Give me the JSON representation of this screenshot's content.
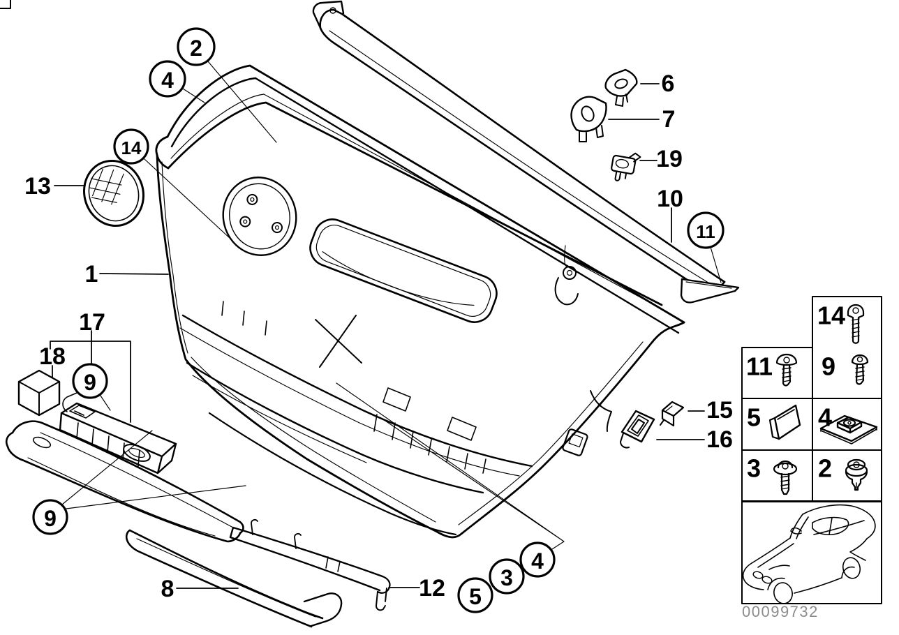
{
  "document": {
    "stamp_number": "00099732"
  },
  "callouts": [
    {
      "label": "2",
      "circled": true
    },
    {
      "label": "4",
      "circled": true
    },
    {
      "label": "14",
      "circled": true
    },
    {
      "label": "13",
      "circled": false
    },
    {
      "label": "1",
      "circled": false
    },
    {
      "label": "17",
      "circled": false
    },
    {
      "label": "18",
      "circled": false
    },
    {
      "label": "9",
      "circled": true
    },
    {
      "label": "9",
      "circled": true
    },
    {
      "label": "8",
      "circled": false
    },
    {
      "label": "12",
      "circled": false
    },
    {
      "label": "5",
      "circled": true
    },
    {
      "label": "3",
      "circled": true
    },
    {
      "label": "4",
      "circled": true
    },
    {
      "label": "6",
      "circled": false
    },
    {
      "label": "7",
      "circled": false
    },
    {
      "label": "19",
      "circled": false
    },
    {
      "label": "10",
      "circled": false
    },
    {
      "label": "11",
      "circled": true
    },
    {
      "label": "15",
      "circled": false
    },
    {
      "label": "16",
      "circled": false
    }
  ],
  "legend": {
    "cells": [
      {
        "label": "14",
        "icon": "long-pan-head-screw-icon"
      },
      {
        "label": "11",
        "icon": "oval-head-screw-icon"
      },
      {
        "label": "9",
        "icon": "pan-head-screw-icon"
      },
      {
        "label": "5",
        "icon": "square-clip-icon"
      },
      {
        "label": "4",
        "icon": "cage-nut-icon"
      },
      {
        "label": "3",
        "icon": "washer-head-screw-icon"
      },
      {
        "label": "2",
        "icon": "plastic-rivet-icon"
      }
    ],
    "vehicle_thumbnail": "sedan-silhouette-icon"
  }
}
